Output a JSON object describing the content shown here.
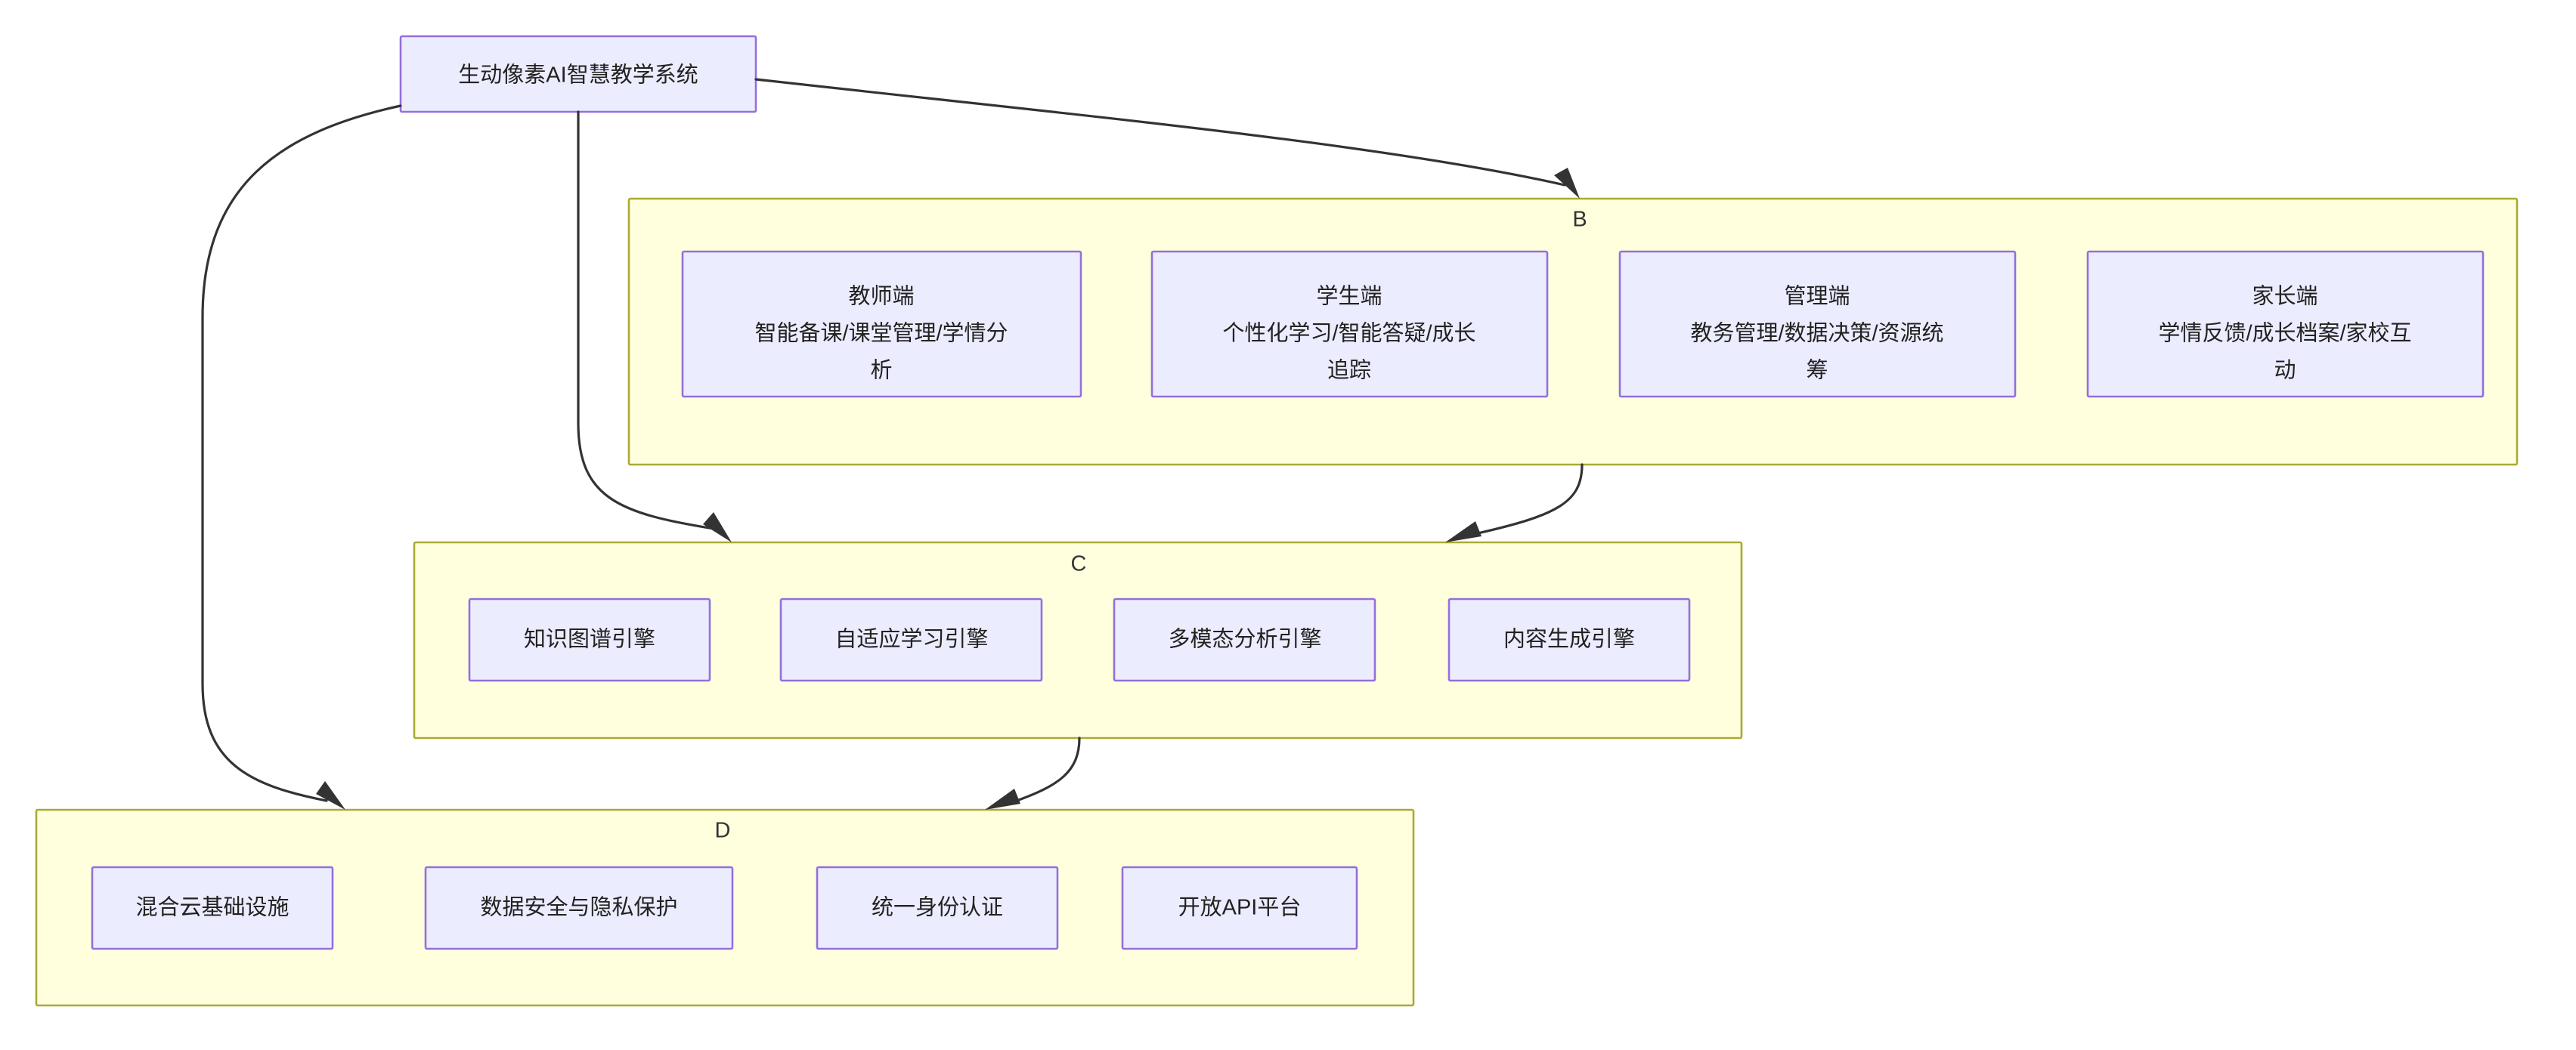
{
  "diagram": {
    "type": "flowchart",
    "direction": "top-down",
    "background_color": "#ffffff",
    "theme": {
      "node_fill": "#ececff",
      "node_stroke": "#9370db",
      "cluster_fill": "#ffffde",
      "cluster_stroke": "#aaaa33",
      "edge_stroke": "#333333",
      "text_color": "#222222"
    },
    "root": {
      "id": "A",
      "label": "生动像素AI智慧教学系统"
    },
    "clusters": [
      {
        "id": "B",
        "label": "B",
        "nodes": [
          {
            "id": "B1",
            "line1": "教师端",
            "line2": "智能备课/课堂管理/学情分",
            "line3": "析"
          },
          {
            "id": "B2",
            "line1": "学生端",
            "line2": "个性化学习/智能答疑/成长",
            "line3": "追踪"
          },
          {
            "id": "B3",
            "line1": "管理端",
            "line2": "教务管理/数据决策/资源统",
            "line3": "筹"
          },
          {
            "id": "B4",
            "line1": "家长端",
            "line2": "学情反馈/成长档案/家校互",
            "line3": "动"
          }
        ]
      },
      {
        "id": "C",
        "label": "C",
        "nodes": [
          {
            "id": "C1",
            "line1": "知识图谱引擎"
          },
          {
            "id": "C2",
            "line1": "自适应学习引擎"
          },
          {
            "id": "C3",
            "line1": "多模态分析引擎"
          },
          {
            "id": "C4",
            "line1": "内容生成引擎"
          }
        ]
      },
      {
        "id": "D",
        "label": "D",
        "nodes": [
          {
            "id": "D1",
            "line1": "混合云基础设施"
          },
          {
            "id": "D2",
            "line1": "数据安全与隐私保护"
          },
          {
            "id": "D3",
            "line1": "统一身份认证"
          },
          {
            "id": "D4",
            "line1": "开放API平台"
          }
        ]
      }
    ],
    "edges": [
      {
        "id": "E1",
        "from": "A",
        "to": "B"
      },
      {
        "id": "E2",
        "from": "A",
        "to": "C"
      },
      {
        "id": "E3",
        "from": "A",
        "to": "D"
      },
      {
        "id": "E4",
        "from": "B",
        "to": "C"
      },
      {
        "id": "E5",
        "from": "C",
        "to": "D"
      }
    ]
  }
}
